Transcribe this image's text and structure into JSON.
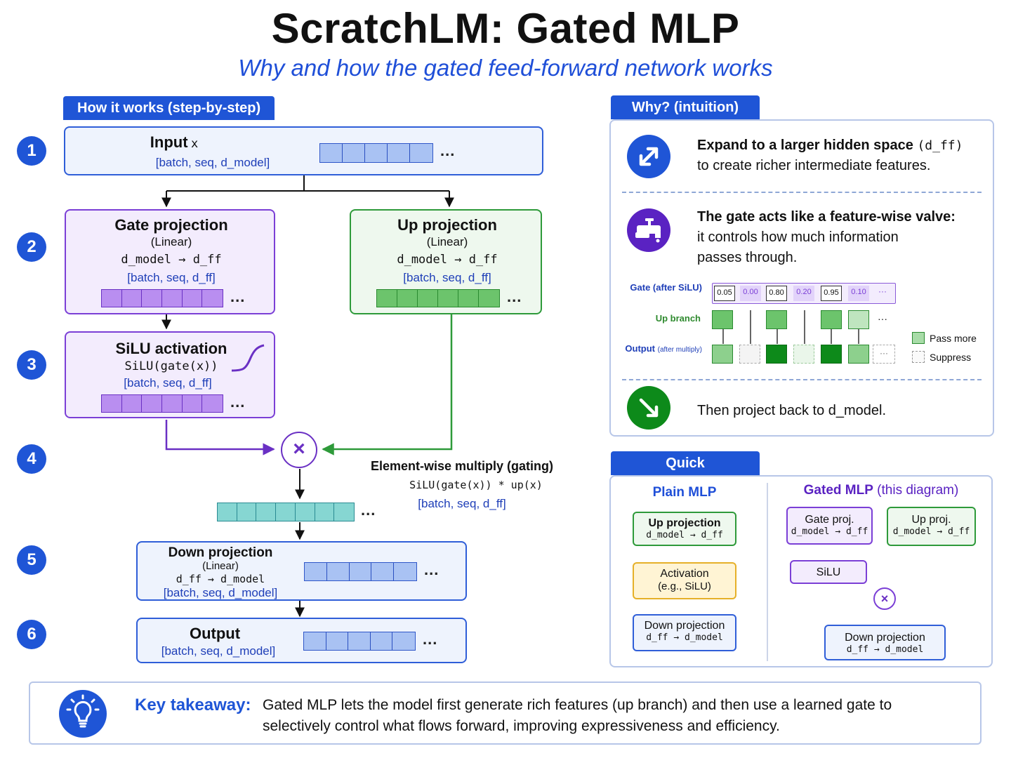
{
  "title": "ScratchLM: Gated MLP",
  "subtitle": "Why and how the gated feed-forward network works",
  "steps_tab": "How it works (step-by-step)",
  "step_numbers": [
    "1",
    "2",
    "3",
    "4",
    "5",
    "6"
  ],
  "ellipsis": "...",
  "input": {
    "title": "Input",
    "var": "x",
    "shape": "[batch, seq, d_model]"
  },
  "gate": {
    "title": "Gate projection",
    "kind": "(Linear)",
    "dims": "d_model → d_ff",
    "shape": "[batch, seq, d_ff]"
  },
  "up": {
    "title": "Up projection",
    "kind": "(Linear)",
    "dims": "d_model → d_ff",
    "shape": "[batch, seq, d_ff]"
  },
  "silu": {
    "title": "SiLU activation",
    "formula": "SiLU(gate(x))",
    "shape": "[batch, seq, d_ff]"
  },
  "multiply": {
    "symbol": "×",
    "title": "Element-wise multiply (gating)",
    "formula": "SiLU(gate(x)) * up(x)",
    "shape": "[batch, seq, d_ff]"
  },
  "down": {
    "title": "Down projection",
    "kind": "(Linear)",
    "dims": "d_ff → d_model",
    "shape": "[batch, seq, d_model]"
  },
  "output": {
    "title": "Output",
    "shape": "[batch, seq, d_model]"
  },
  "why": {
    "tab": "Why? (intuition)",
    "expand_bold": "Expand to a larger hidden space",
    "expand_code": "(d_ff)",
    "expand_rest": "to create richer intermediate features.",
    "valve_bold": "The gate acts like a feature-wise valve:",
    "valve_rest1": "it controls how much information",
    "valve_rest2": "passes through.",
    "gate_label": "Gate (after SiLU)",
    "gate_values": [
      "0.05",
      "0.00",
      "0.80",
      "0.20",
      "0.95",
      "0.10"
    ],
    "gate_more": "···",
    "up_label": "Up branch",
    "up_more": "···",
    "out_label": "Output",
    "out_label_small": "(after multiply)",
    "out_more": "···",
    "legend_pass": "Pass more",
    "legend_suppress": "Suppress",
    "project_back": "Then project back to d_model."
  },
  "compare": {
    "tab": "Quick comparison",
    "plain_title": "Plain MLP",
    "plain_up": "Up projection",
    "plain_up_dims": "d_model → d_ff",
    "plain_act1": "Activation",
    "plain_act2": "(e.g., SiLU)",
    "plain_down": "Down projection",
    "plain_down_dims": "d_ff → d_model",
    "gated_title": "Gated MLP",
    "gated_title_note": "(this diagram)",
    "gated_gate": "Gate proj.",
    "gated_gate_dims": "d_model → d_ff",
    "gated_up": "Up proj.",
    "gated_up_dims": "d_model → d_ff",
    "gated_silu": "SiLU",
    "gated_mult": "×",
    "gated_down": "Down projection",
    "gated_down_dims": "d_ff → d_model"
  },
  "takeaway": {
    "label": "Key takeaway:",
    "line1": "Gated MLP lets the model first generate rich features (up branch) and then use a learned gate to",
    "line2": "selectively control what flows forward, improving expressiveness and efficiency."
  },
  "colors": {
    "accent": "#1f55d6",
    "purple": "#7b3fd6",
    "green": "#2e9a3a",
    "teal": "#86d6d2",
    "yellow": "#f6c544"
  }
}
